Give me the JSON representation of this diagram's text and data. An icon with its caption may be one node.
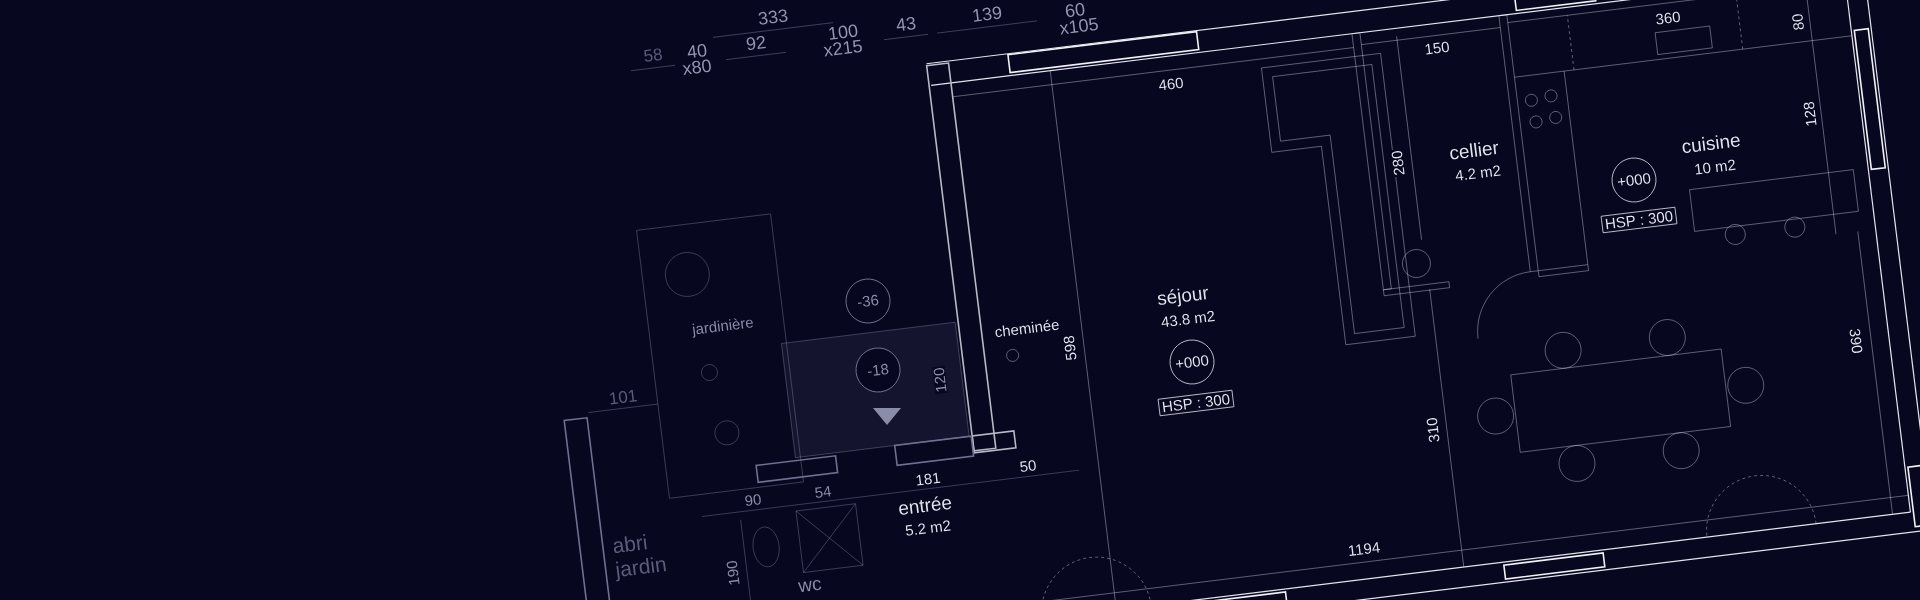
{
  "diagram": {
    "nodes": [
      {
        "text": [
          "+000"
        ]
      },
      {
        "text": [
          "HSP : 300"
        ]
      },
      {
        "text": [
          "-36"
        ]
      },
      {
        "text": [
          "+000"
        ]
      },
      {
        "text": [
          "-18"
        ]
      },
      {
        "text": [
          "HSP : 300"
        ]
      }
    ],
    "labels": [
      "58",
      "40",
      "x80",
      "92",
      "333",
      "100",
      "x215",
      "43",
      "139",
      "60",
      "x105",
      "360",
      "80",
      "150",
      "460",
      "128",
      "cellier",
      "4.2 m2",
      "cuisine",
      "10 m2",
      "280",
      "séjour",
      "43.8 m2",
      "jardinière",
      "cheminée",
      "598",
      "390",
      "120",
      "101",
      "310",
      "50",
      "181",
      "54",
      "90",
      "entrée",
      "5.2 m2",
      "abri jardin",
      "1194",
      "190",
      "wc"
    ]
  }
}
